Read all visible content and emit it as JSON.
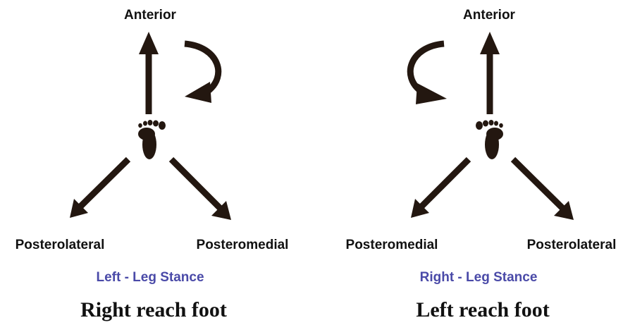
{
  "panels": [
    {
      "anterior_label": "Anterior",
      "left_label": "Posterolateral",
      "right_label": "Posteromedial",
      "stance_label": "Left - Leg Stance",
      "caption": "Right reach foot"
    },
    {
      "anterior_label": "Anterior",
      "left_label": "Posteromedial",
      "right_label": "Posterolateral",
      "stance_label": "Right - Leg Stance",
      "caption": "Left reach foot"
    }
  ],
  "colors": {
    "arrow": "#231710",
    "stance_text": "#4a4aa8",
    "label_text": "#111111"
  },
  "icons": {
    "stance_foot": "footprint-icon",
    "rotation": "curved-arrow-icon"
  }
}
